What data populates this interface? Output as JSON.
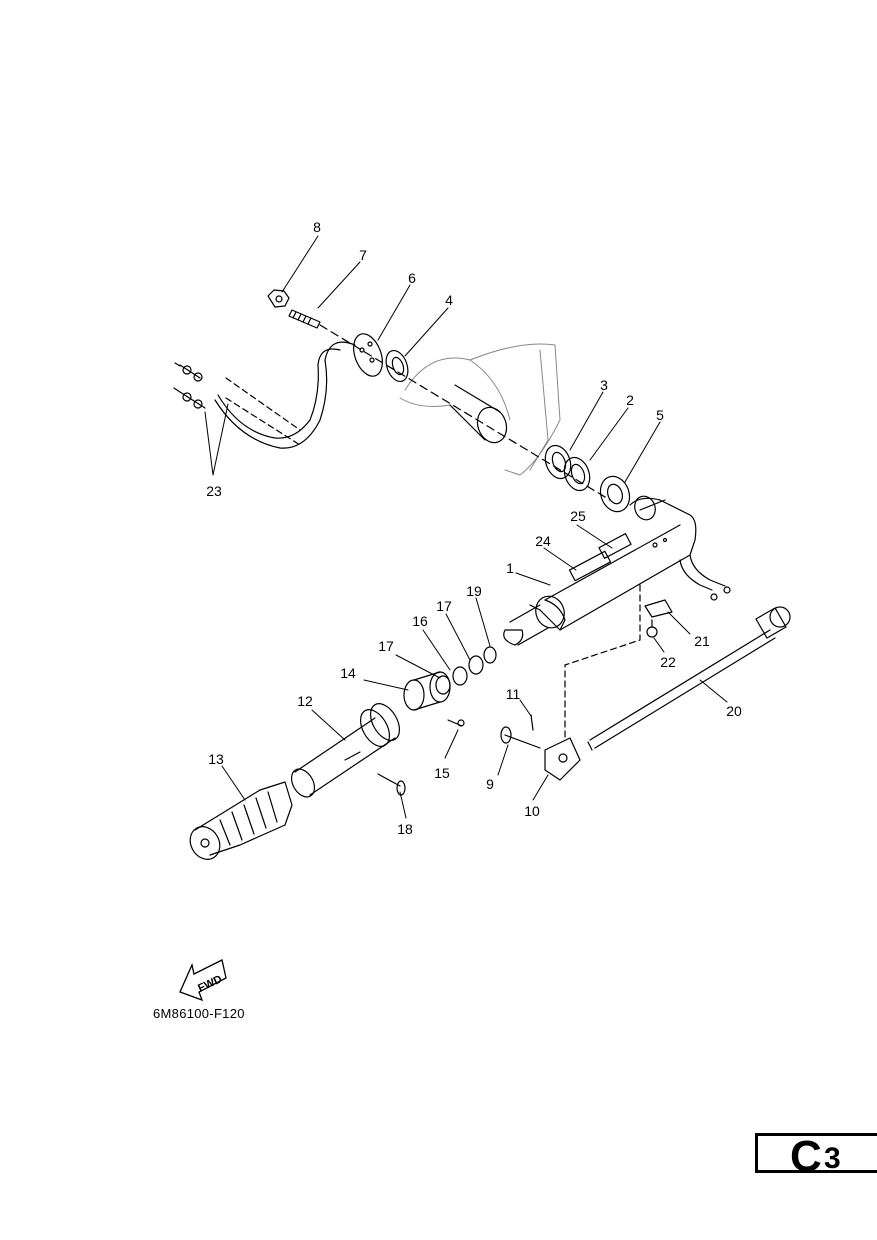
{
  "figure": {
    "part_code": "6M86100-F120",
    "fwd_label": "FWD",
    "page_letter": "C",
    "page_number": "3"
  },
  "callouts": [
    "1",
    "2",
    "3",
    "4",
    "5",
    "6",
    "7",
    "8",
    "9",
    "10",
    "11",
    "12",
    "13",
    "14",
    "15",
    "16",
    "17",
    "17",
    "18",
    "19",
    "20",
    "21",
    "22",
    "23",
    "24",
    "25"
  ]
}
